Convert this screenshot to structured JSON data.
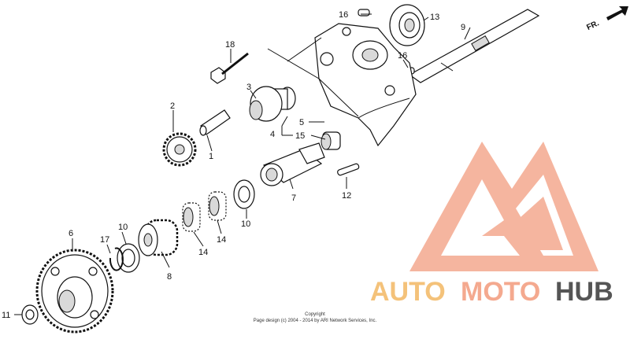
{
  "callouts": {
    "c1": "1",
    "c2": "2",
    "c3": "3",
    "c4": "4",
    "c5": "5",
    "c6": "6",
    "c7": "7",
    "c8": "8",
    "c9": "9",
    "c10a": "10",
    "c10b": "10",
    "c11": "11",
    "c12": "12",
    "c13": "13",
    "c14a": "14",
    "c14b": "14",
    "c15": "15",
    "c16a": "16",
    "c16b": "16",
    "c17": "17",
    "c18": "18"
  },
  "direction_label": "FR.",
  "copyright": {
    "line1": "Copyright",
    "line2": "Page design (c) 2004 - 2014 by ARI Network Services, Inc."
  },
  "watermark": {
    "text_part1": "AUTO",
    "text_part2": "MOTO",
    "text_part3": "HUB",
    "colors": {
      "accent": "#f4a98f",
      "dark": "#555555"
    }
  }
}
